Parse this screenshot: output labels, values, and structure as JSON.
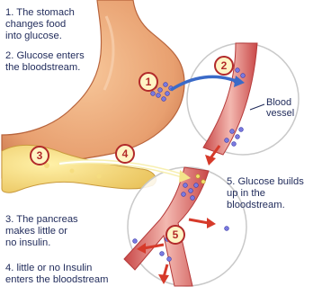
{
  "steps": [
    {
      "num": "1",
      "text": "1. The stomach\nchanges food\ninto glucose."
    },
    {
      "num": "2",
      "text": "2. Glucose enters\nthe bloodstream."
    },
    {
      "num": "3",
      "text": "3. The pancreas\nmakes little or\nno insulin."
    },
    {
      "num": "4",
      "text": "4. little or no Insulin\nenters the bloodstream"
    },
    {
      "num": "5",
      "text": "5. Glucose builds\nup in the\nbloodstream."
    }
  ],
  "labels": {
    "vessel": "Blood\nvessel"
  },
  "colors": {
    "stomach": "#e8a070",
    "vessel": "#d85a5a",
    "glucose": "#6a6ad8",
    "arrow": "#d63a2a",
    "text": "#1f2a5a"
  }
}
